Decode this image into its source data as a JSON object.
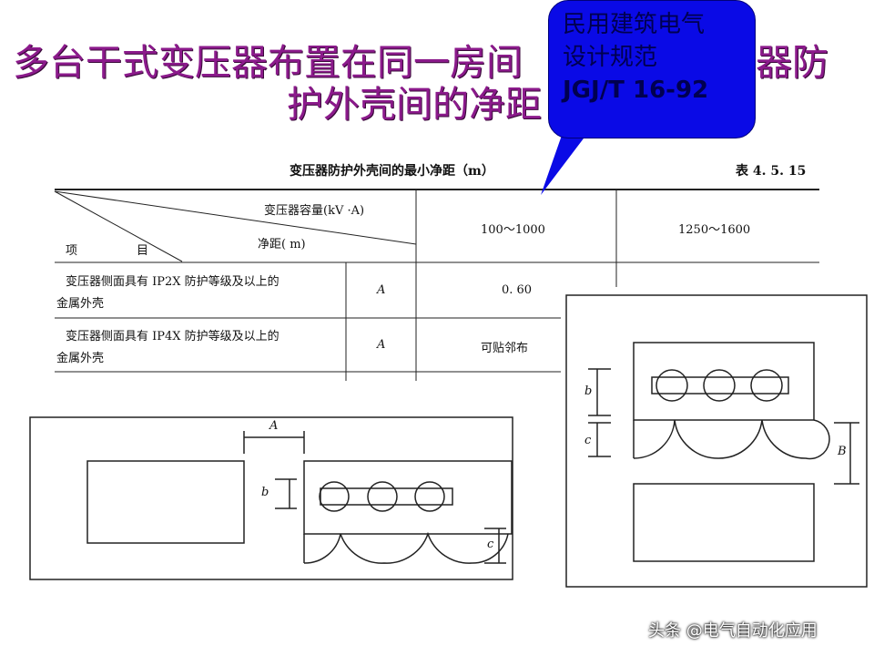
{
  "title": {
    "line1_left": "多台干式变压器布置在同一房间",
    "line1_right": "器防",
    "line2": "护外壳间的净距"
  },
  "callout": {
    "lines": [
      "民用建筑电气",
      "设计规范",
      "JGJ/T 16-92"
    ],
    "color": "#0a0ae6"
  },
  "table": {
    "caption": "变压器防护外壳间的最小净距（m）",
    "number": "表 4. 5. 15",
    "header": {
      "capacity": "变压器容量(kV ·A)",
      "distance": "净距( m)",
      "item": "项",
      "item2": "目",
      "cols": [
        "100～1000",
        "1250～1600"
      ]
    },
    "rows": [
      {
        "item": "变压器侧面具有 IP2X 防护等级及以上的",
        "item2": "金属外壳",
        "code": "A",
        "v1": "0. 60"
      },
      {
        "item": "变压器侧面具有 IP4X 防护等级及以上的",
        "item2": "金属外壳",
        "code": "A",
        "v1": "可贴邻布"
      }
    ]
  },
  "diagram_left": {
    "labels": [
      "A",
      "b",
      "c"
    ]
  },
  "diagram_right": {
    "labels": [
      "b",
      "c",
      "B"
    ]
  },
  "watermark": "头条 @电气自动化应用",
  "title_color": "#8b1a8b"
}
